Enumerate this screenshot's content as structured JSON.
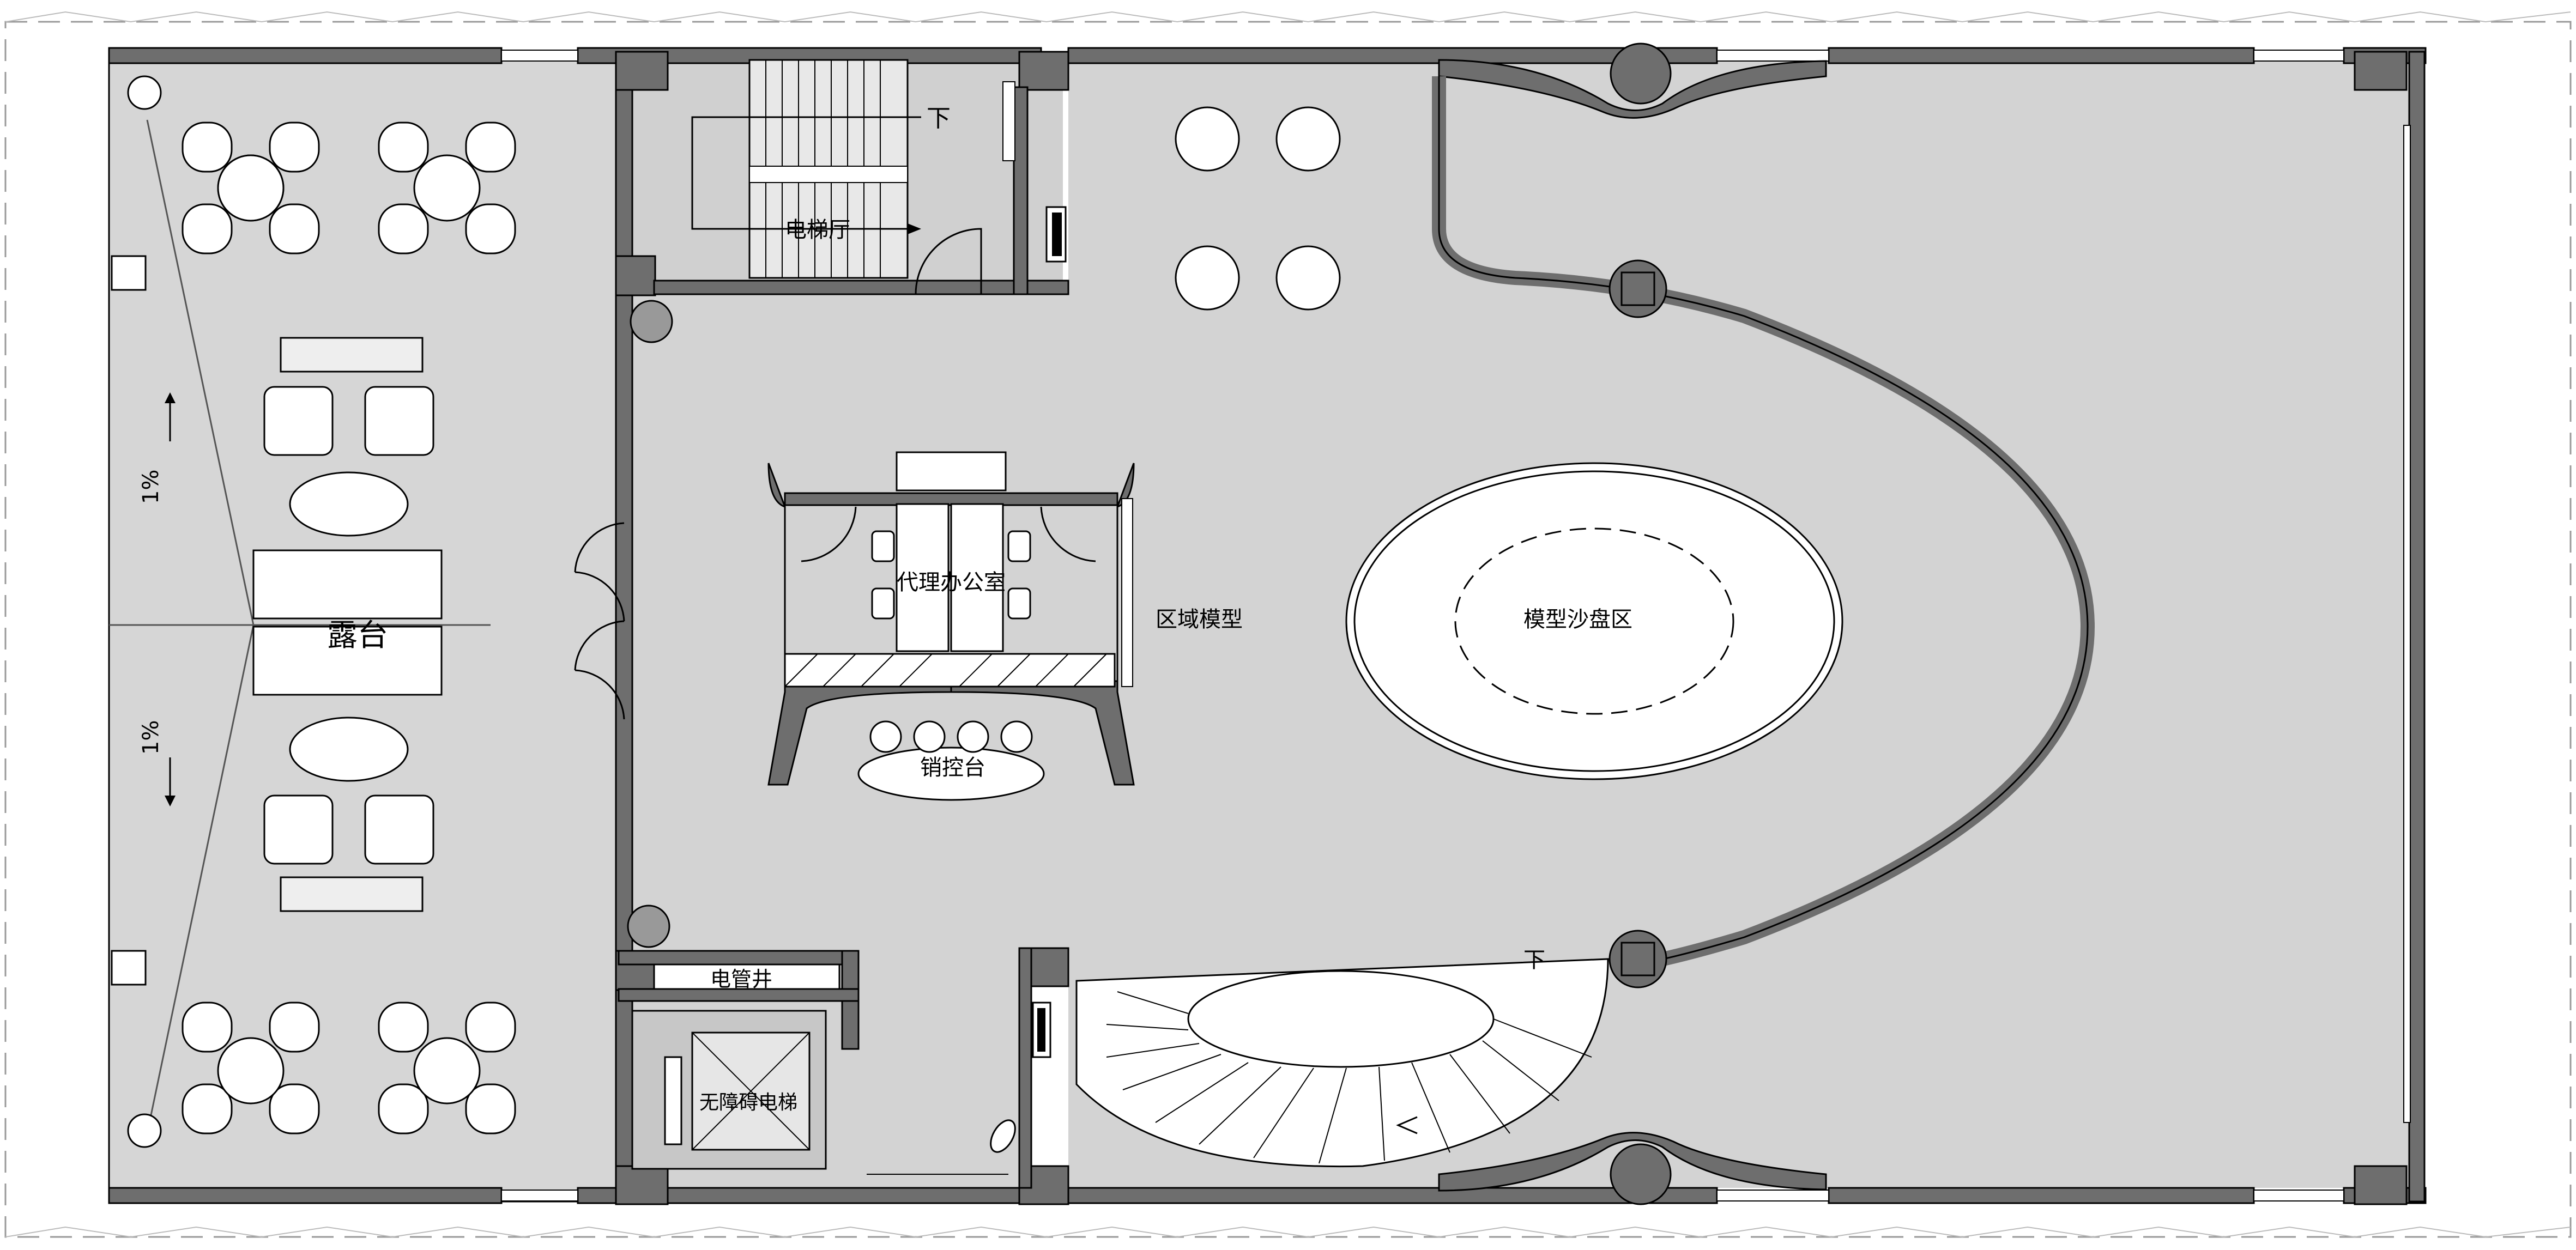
{
  "labels": {
    "elevator_hall": "电梯厅",
    "agent_office": "代理办公室",
    "area_model": "区域模型",
    "sandbox_zone": "模型沙盘区",
    "sales_desk": "销控台",
    "terrace": "露台",
    "cable_shaft": "电管井",
    "accessible_elevator": "无障碍电梯",
    "down_top": "下",
    "down_spiral": "下",
    "slope_top": "1%",
    "slope_bottom": "1%"
  },
  "colors": {
    "wall": "#6e6e6e",
    "floor": "#d3d3d3",
    "terrace_floor": "#d6d6d6",
    "furniture": "#ffffff",
    "line": "#000000"
  }
}
